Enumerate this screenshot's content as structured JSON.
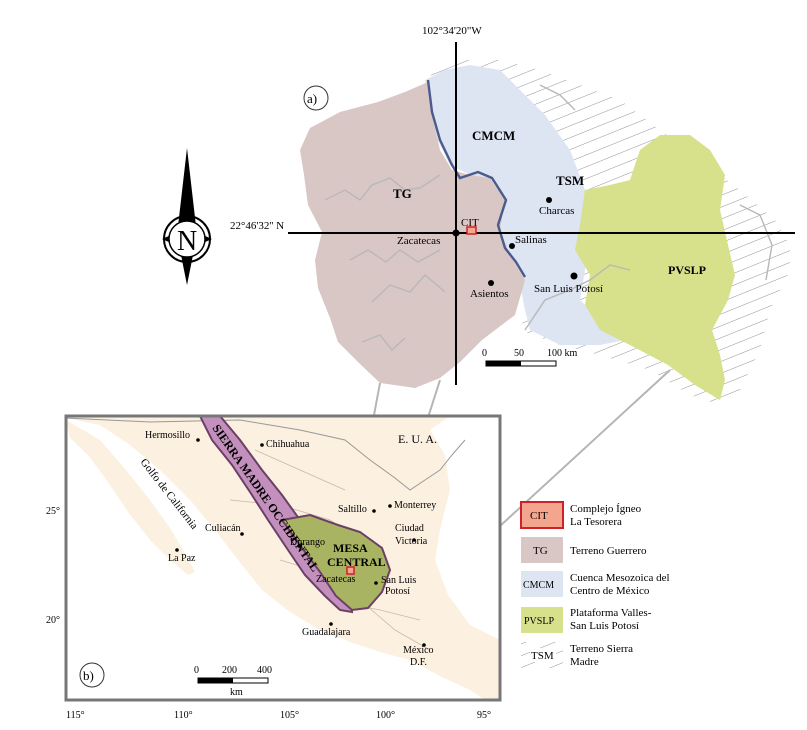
{
  "map_a": {
    "panel_label": "a)",
    "meridian": "102°34'20\"W",
    "parallel": "22°46'32'' N",
    "regions": {
      "tg": "TG",
      "cmcm": "CMCM",
      "tsm": "TSM",
      "pvslp": "PVSLP",
      "cit": "CIT"
    },
    "places": {
      "zacatecas": "Zacatecas",
      "salinas": "Salinas",
      "charcas": "Charcas",
      "asientos": "Asientos",
      "slp": "San Luis Potosí"
    },
    "scale": {
      "t0": "0",
      "t1": "50",
      "t2": "100 km"
    },
    "north": "N"
  },
  "map_b": {
    "panel_label": "b)",
    "country": "E. U. A.",
    "gulf": "Golfo de California",
    "smo": "SIERRA MADRE OCCIDENTAL",
    "mesa1": "MESA",
    "mesa2": "CENTRAL",
    "cities": {
      "hermosillo": "Hermosillo",
      "chihuahua": "Chihuahua",
      "saltillo": "Saltillo",
      "monterrey": "Monterrey",
      "culiacan": "Culiacán",
      "durango": "Durango",
      "cv1": "Ciudad",
      "cv2": "Victoria",
      "zacatecas": "Zacatecas",
      "slp1": "San Luis",
      "slp2": "Potosí",
      "lapaz": "La Paz",
      "guadalajara": "Guadalajara",
      "mex1": "México",
      "mex2": "D.F."
    },
    "lon_ticks": [
      "115°",
      "110°",
      "105°",
      "100°",
      "95°"
    ],
    "lat_ticks": [
      "25°",
      "20°"
    ],
    "scale": {
      "t0": "0",
      "t1": "200",
      "t2": "400",
      "unit": "km"
    }
  },
  "legend": [
    {
      "code": "CIT",
      "line1": "Complejo Ígneo",
      "line2": "La Tesorera",
      "color": "#f4a58d",
      "border": "#d0202a"
    },
    {
      "code": "TG",
      "line1": "Terreno Guerrero",
      "line2": "",
      "color": "#d9c7c5",
      "border": "#d9c7c5"
    },
    {
      "code": "CMCM",
      "line1": "Cuenca Mesozoica del",
      "line2": "Centro de México",
      "color": "#dde4f2",
      "border": "#dde4f2"
    },
    {
      "code": "PVSLP",
      "line1": "Plataforma Valles-",
      "line2": "San Luis Potosí",
      "color": "#d7e08a",
      "border": "#d7e08a"
    },
    {
      "code": "TSM",
      "line1": "Terreno Sierra",
      "line2": "Madre",
      "color": "hatch",
      "border": "none"
    }
  ],
  "colors": {
    "tg": "#d9c7c5",
    "cmcm": "#dde4f2",
    "pvslp": "#d7e08a",
    "mexico": "#fcf0e0",
    "smo": "#c390bd",
    "mesa": "#a9b462",
    "boundary": "#4a5b8c"
  }
}
